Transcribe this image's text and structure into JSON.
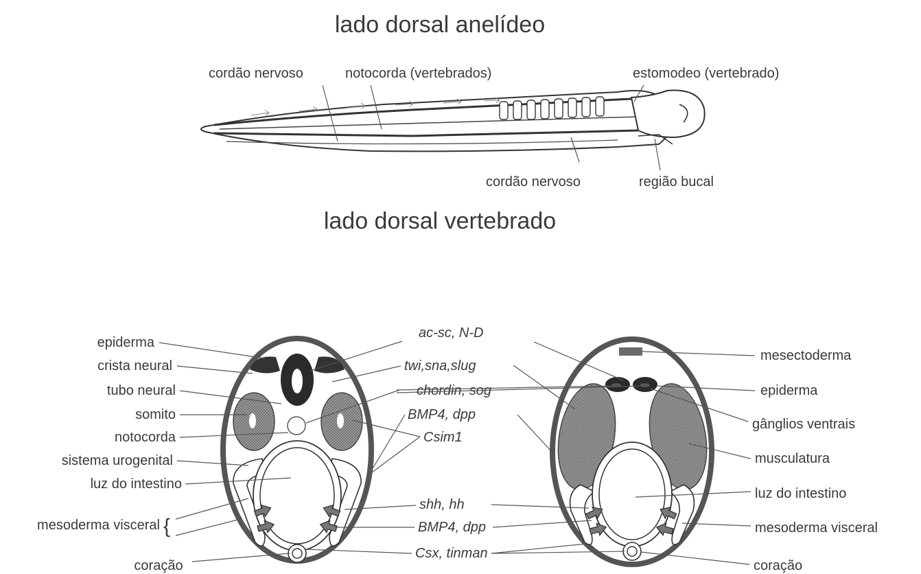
{
  "top": {
    "title_top": "lado dorsal anelídeo",
    "title_bottom": "lado dorsal vertebrado",
    "labels": {
      "cordao_nervoso_upper": "cordão nervoso",
      "notocorda": "notocorda (vertebrados)",
      "estomodeo": "estomodeo (vertebrado)",
      "cordao_nervoso_lower": "cordão nervoso",
      "regiao_bucal": "região bucal"
    }
  },
  "left_section": {
    "labels": [
      "epiderma",
      "crista neural",
      "tubo neural",
      "somito",
      "notocorda",
      "sistema urogenital",
      "luz do intestino",
      "mesoderma visceral",
      "coração"
    ],
    "brace": "{"
  },
  "genes": [
    "ac-sc, N-D",
    "twi,sna,slug",
    "chordin, sog",
    "BMP4, dpp",
    "Csim1",
    "shh, hh",
    "BMP4, dpp",
    "Csx, tinman"
  ],
  "right_section": {
    "labels": [
      "mesectoderma",
      "epiderma",
      "gânglios ventrais",
      "musculatura",
      "luz do intestino",
      "mesoderma visceral",
      "coração"
    ]
  }
}
